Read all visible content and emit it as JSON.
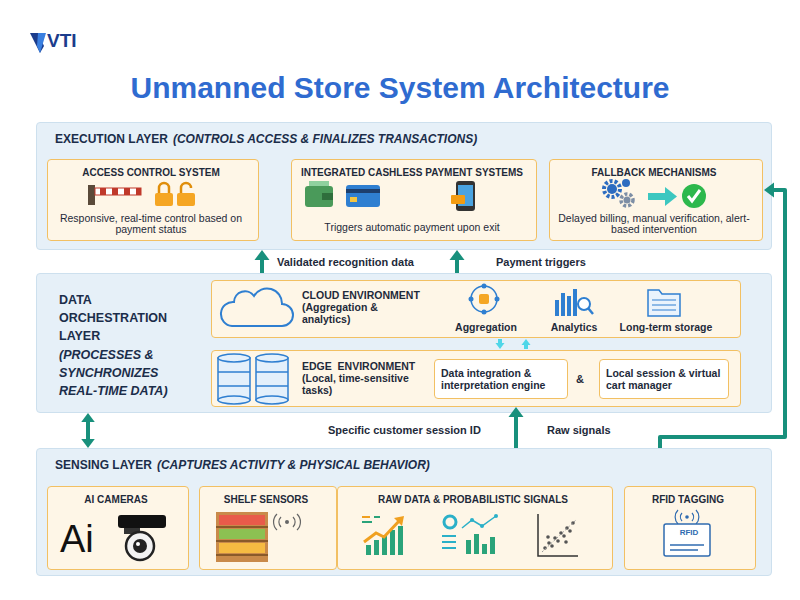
{
  "diagram": {
    "title": "Unmanned Store System Architecture",
    "nodes": [
      {
        "text": [
          "EXECUTION LAYER",
          "(CONTROLS ACCESS & FINALIZES TRANSACTIONS)"
        ]
      },
      {
        "text": [
          "ACCESS CONTROL SYSTEM",
          "Responsive, real-time control based on payment status"
        ],
        "in": 0
      },
      {
        "text": [
          "INTEGRATED CASHLESS PAYMENT SYSTEMS",
          "Triggers automatic payment upon exit"
        ],
        "in": 0
      },
      {
        "text": [
          "FALLBACK MECHANISMS",
          "Delayed billing, manual verification, alert-based intervention"
        ],
        "in": 0
      },
      {
        "text": [
          "DATA ORCHESTRATION LAYER",
          "(PROCESSES & SYNCHRONIZES REAL-TIME DATA)"
        ]
      },
      {
        "text": [
          "CLOUD ENVIRONMENT",
          "(Aggregation & analytics)",
          "Aggregation",
          "Analytics",
          "Long-term storage"
        ],
        "in": 4
      },
      {
        "text": [
          "EDGE  ENVIRONMENT",
          "(Local, time-sensitive tasks)",
          "&"
        ],
        "in": 4
      },
      {
        "text": [
          "Data integration & interpretation engine"
        ],
        "in": 6
      },
      {
        "text": [
          "Local session & virtual cart manager"
        ],
        "in": 6
      },
      {
        "text": [
          "SENSING LAYER",
          "(CAPTURES ACTIVITY & PHYSICAL BEHAVIOR)"
        ]
      },
      {
        "text": [
          "AI CAMERAS",
          "Ai"
        ],
        "in": 9
      },
      {
        "text": [
          "SHELF SENSORS"
        ],
        "in": 9
      },
      {
        "text": [
          "RAW DATA & PROBABILISTIC SIGNALS"
        ],
        "in": 9
      },
      {
        "text": [
          "RFID TAGGING",
          "RFID"
        ],
        "in": 9
      }
    ],
    "edges": [
      {
        "from": 4,
        "to": 0,
        "arrow": "to"
      },
      {
        "from": 4,
        "to": 0,
        "arrow": "to"
      },
      {
        "from": 4,
        "to": 9,
        "arrow": "both"
      },
      {
        "from": 9,
        "to": 6,
        "arrow": "to"
      },
      {
        "from": 5,
        "to": 6,
        "arrow": "to"
      },
      {
        "from": 6,
        "to": 5,
        "arrow": "to"
      },
      {
        "from": 9,
        "to": 3,
        "arrow": "to"
      }
    ],
    "labels": [
      "VTI",
      "Validated recognition data",
      "Payment triggers",
      "Specific customer session ID",
      "Raw signals"
    ]
  }
}
